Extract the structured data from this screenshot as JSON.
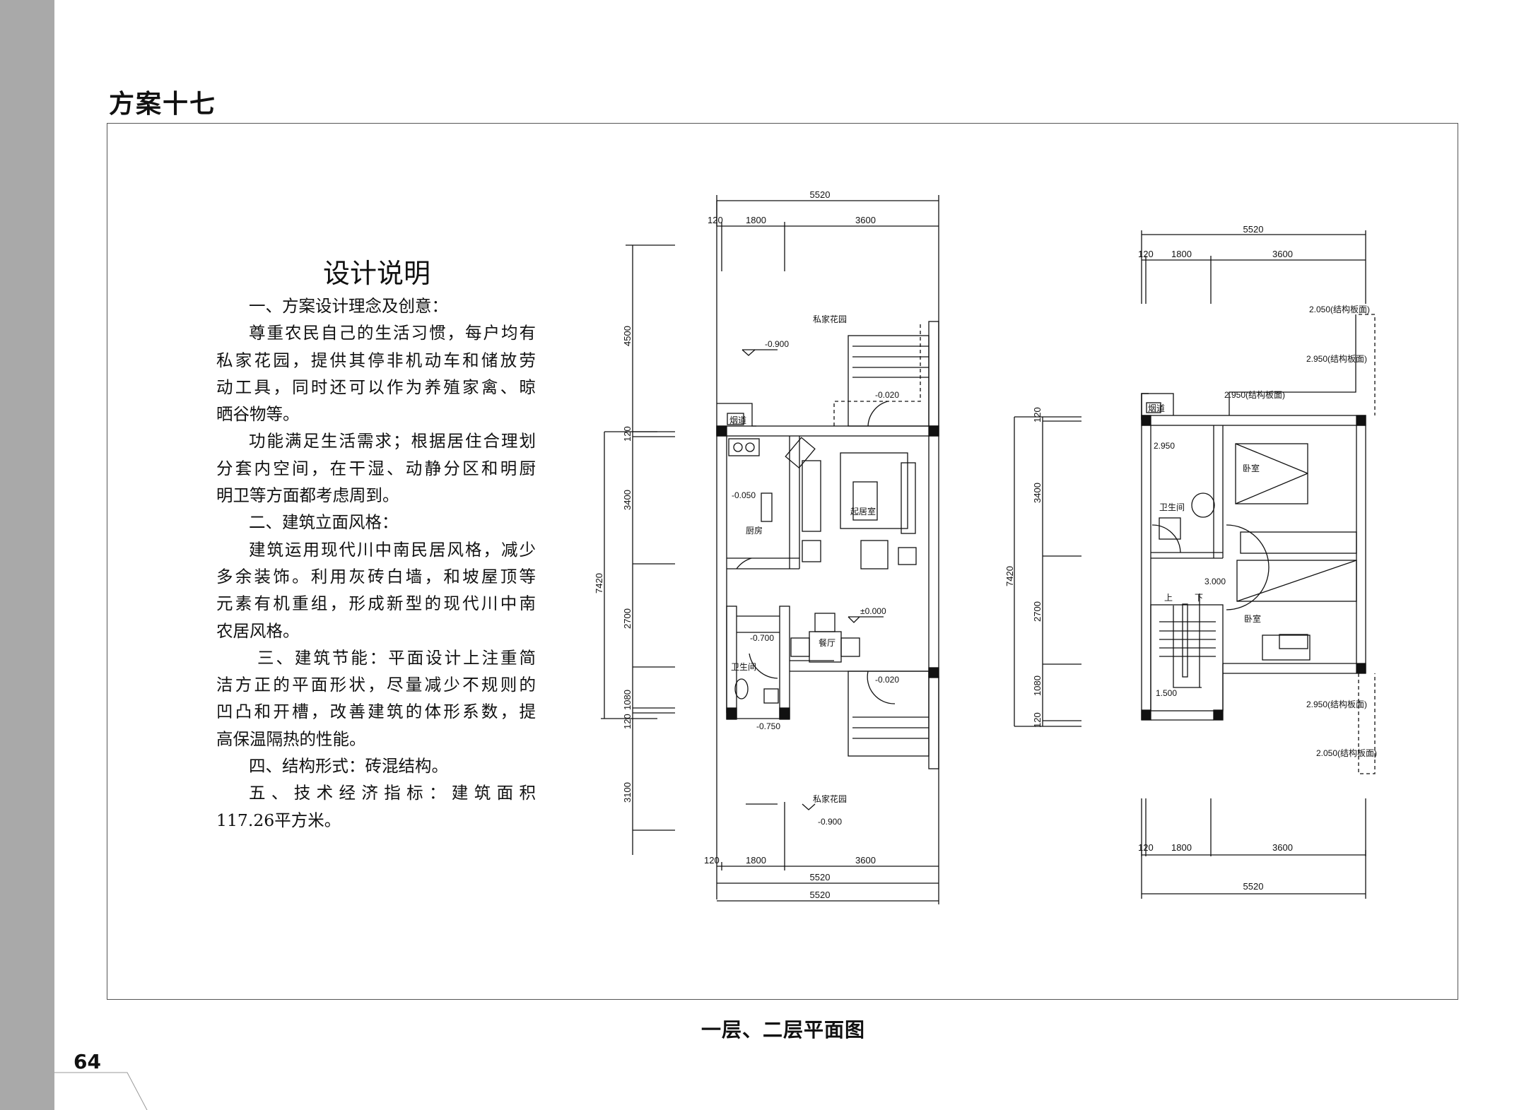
{
  "page": {
    "scheme_title": "方案十七",
    "caption": "一层、二层平面图",
    "page_number": "64"
  },
  "description": {
    "title": "设计说明",
    "lines": [
      "一、方案设计理念及创意：",
      "尊重农民自己的生活习惯，每户均有",
      "私家花园，提供其停非机动车和储放劳",
      "动工具，同时还可以作为养殖家禽、晾",
      "晒谷物等。",
      "功能满足生活需求；根据居住合理划",
      "分套内空间，在干湿、动静分区和明厨",
      "明卫等方面都考虑周到。",
      "二、建筑立面风格：",
      "建筑运用现代川中南民居风格，减少",
      "多余装饰。利用灰砖白墙，和坡屋顶等",
      "元素有机重组，形成新型的现代川中南",
      "农居风格。",
      "三、建筑节能：平面设计上注重简",
      "洁方正的平面形状，尽量减少不规则的",
      "凹凸和开槽，改善建筑的体形系数，提",
      "高保温隔热的性能。",
      "四、结构形式：砖混结构。",
      "五、技术经济指标：建筑面积",
      "117.26平方米。"
    ]
  },
  "plan1": {
    "dims": {
      "total": "5520",
      "d120": "120",
      "d1800": "1800",
      "d3600": "3600",
      "d4500": "4500",
      "d3400": "3400",
      "d2700": "2700",
      "d1080": "1080",
      "d3100": "3100",
      "d7420": "7420"
    },
    "rooms": {
      "garden": "私家花园",
      "flue": "烟道",
      "kitchen": "厨房",
      "living": "起居室",
      "dining": "餐厅",
      "bath": "卫生间"
    },
    "levels": {
      "garden": "-0.900",
      "entry": "-0.020",
      "kitchen": "-0.050",
      "floor": "±0.000",
      "bath": "-0.700",
      "back": "-0.750"
    }
  },
  "plan2": {
    "dims": {
      "total": "5520",
      "d120": "120",
      "d1800": "1800",
      "d3600": "3600",
      "d3400": "3400",
      "d2700": "2700",
      "d1080": "1080",
      "d7420": "7420"
    },
    "rooms": {
      "flue": "烟道",
      "bath": "卫生间",
      "bedroom": "卧室",
      "up": "上",
      "down": "下"
    },
    "levels": {
      "bath": "2.950",
      "hall": "3.000",
      "stair": "1.500",
      "slab_top1": "2.050(结构板面)",
      "slab_top2": "2.950(结构板面)",
      "slab_front": "2.950(结构板面)",
      "slab_bot1": "2.950(结构板面)",
      "slab_bot2": "2.050(结构板面)"
    }
  }
}
